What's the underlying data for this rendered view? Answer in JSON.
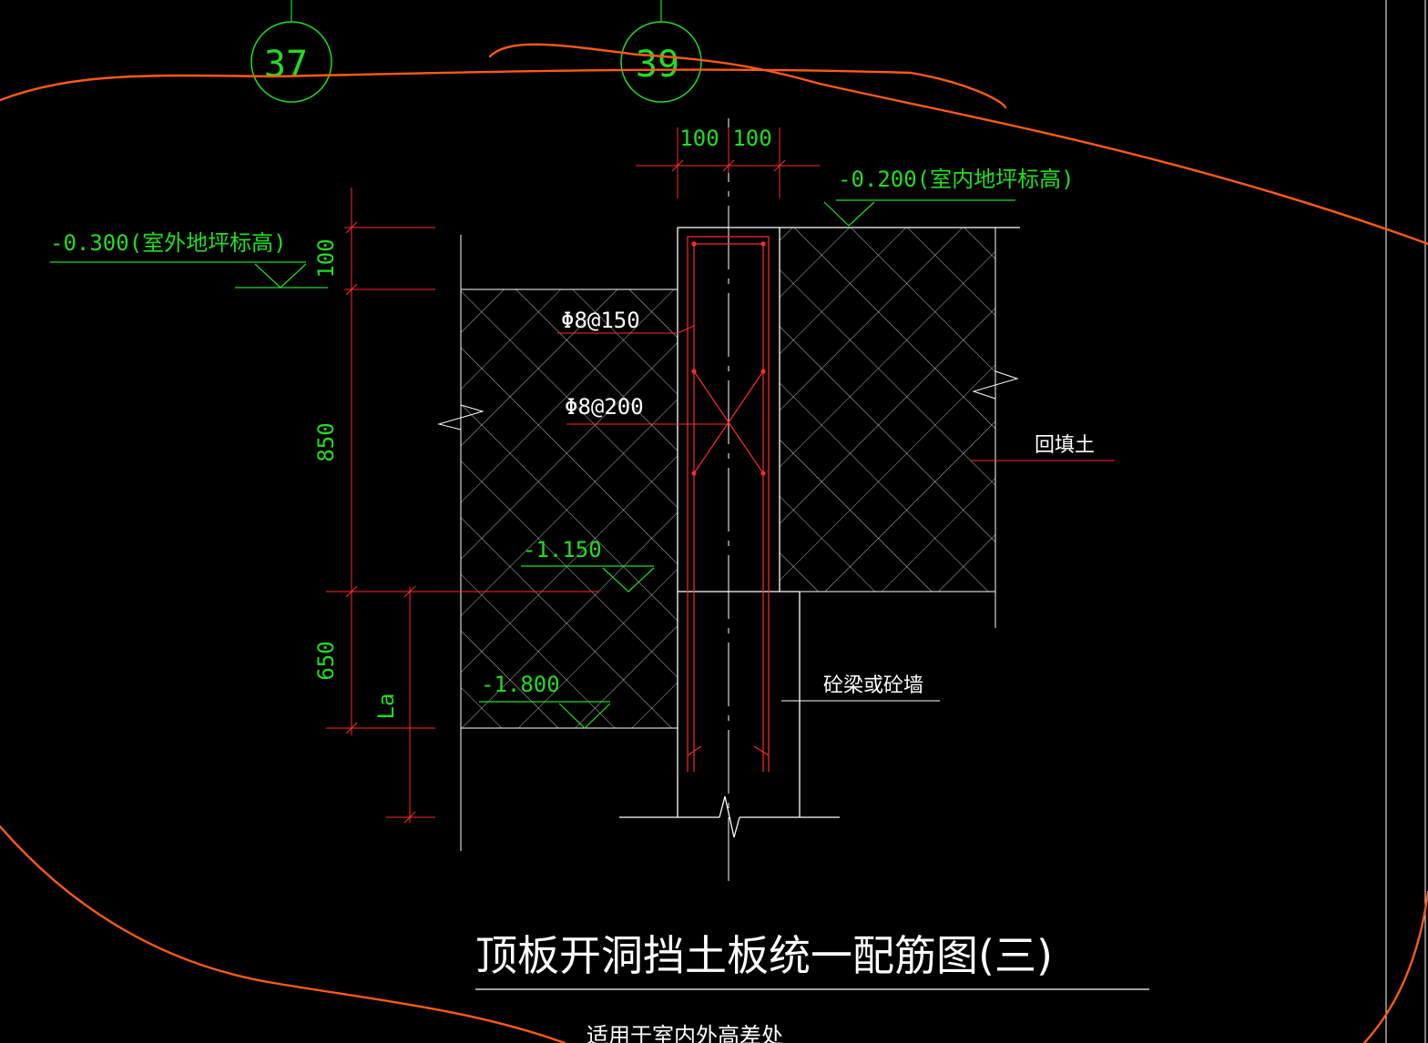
{
  "colors": {
    "background": "#000000",
    "outline": "#ffffff",
    "dimension": "#ff2a2a",
    "text_green": "#22dd22",
    "text_white": "#ffffff",
    "markup_orange": "#ff5a14",
    "axis_circle": "#22dd22"
  },
  "axis_labels": {
    "left": "37",
    "right": "39"
  },
  "dimensions": {
    "top_left": "100",
    "top_right": "100",
    "v_100": "100",
    "v_850": "850",
    "v_650": "650",
    "la": "La"
  },
  "elevations": {
    "indoor": "-0.200(室内地坪标高)",
    "outdoor": "-0.300(室外地坪标高)",
    "mid": "-1.150",
    "bottom": "-1.800"
  },
  "rebar": {
    "horizontal": "Φ8@150",
    "vertical": "Φ8@200"
  },
  "notes": {
    "backfill": "回填土",
    "beam_or_wall": "砼梁或砼墙"
  },
  "title": "顶板开洞挡土板统一配筋图(三)",
  "subtitle": "适用于室内外高差处"
}
